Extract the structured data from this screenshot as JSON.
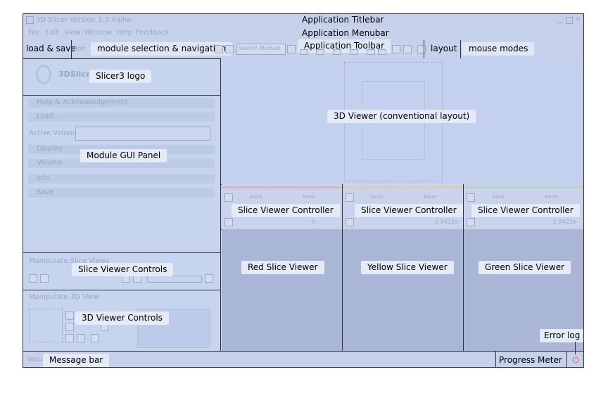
{
  "window": {
    "title": "3D Slicer Version 3.3 Alpha",
    "menu_items": [
      "File",
      "Edit",
      "View",
      "Window",
      "Help",
      "Feedback"
    ],
    "search_placeholder": "Search Module",
    "toolbar_faded_text": "ion"
  },
  "annotations": {
    "titlebar": "Application Titlebar",
    "menubar": "Application Menubar",
    "toolbar": "Application Toolbar",
    "load_save": "load & save",
    "module_nav": "module selection & navigation",
    "layout": "layout",
    "mouse_modes": "mouse modes",
    "slicer_logo": "Slicer3 logo",
    "module_gui": "Module GUI Panel",
    "viewer3d": "3D Viewer (conventional layout)",
    "slice_ctrl_1": "Slice Viewer Controller",
    "slice_ctrl_2": "Slice Viewer Controller",
    "slice_ctrl_3": "Slice Viewer Controller",
    "slice_viewer_controls": "Slice Viewer Controls",
    "viewer3d_controls": "3D Viewer Controls",
    "red_slice": "Red Slice Viewer",
    "yellow_slice": "Yellow Slice Viewer",
    "green_slice": "Green Slice Viewer",
    "error_log": "Error log",
    "message_bar": "Message bar",
    "progress_meter": "Progress Meter"
  },
  "logo": {
    "text": "3DSlicer"
  },
  "module_panel": {
    "sections": [
      "Help & Acknowledgement",
      "Load",
      "Display",
      "Volume",
      "Info",
      "Save"
    ],
    "active_volume_label": "Active Volume:",
    "manipulate_slice_views": "Manipulate Slice Views",
    "manipulate_3d_view": "Manipulate 3D View"
  },
  "slice_controllers": [
    {
      "orientation": "Axial",
      "layer": "None",
      "offset": "0"
    },
    {
      "orientation": "Axial",
      "layer": "None",
      "offset": "-2.9422e-"
    },
    {
      "orientation": "Axial",
      "layer": "None",
      "offset": "-2.9422e-"
    }
  ],
  "status": {
    "faded_prefix": "Valu"
  }
}
